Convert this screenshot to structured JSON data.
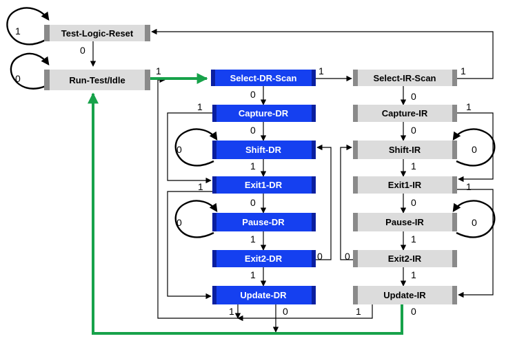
{
  "colors": {
    "dr_fill": "#1540f0",
    "dr_text": "#ffffff",
    "ir_fill": "#dcdcdc",
    "ir_text": "#000000",
    "edge": "#000000",
    "highlight": "#17a24a"
  },
  "states": {
    "tlr": "Test-Logic-Reset",
    "rti": "Run-Test/Idle",
    "sdr": "Select-DR-Scan",
    "cdr": "Capture-DR",
    "shdr": "Shift-DR",
    "e1dr": "Exit1-DR",
    "pdr": "Pause-DR",
    "e2dr": "Exit2-DR",
    "udr": "Update-DR",
    "sir": "Select-IR-Scan",
    "cir": "Capture-IR",
    "shir": "Shift-IR",
    "e1ir": "Exit1-IR",
    "pir": "Pause-IR",
    "e2ir": "Exit2-IR",
    "uir": "Update-IR"
  },
  "edge_labels": {
    "tlr_self": "1",
    "tlr_to_rti": "0",
    "rti_self": "0",
    "rti_to_sdr": "1",
    "sdr_to_sir": "1",
    "sdr_to_cdr": "0",
    "sir_to_tlr": "1",
    "sir_to_cir": "0",
    "cdr_to_e1dr": "1",
    "cdr_to_shdr": "0",
    "shdr_self": "0",
    "shdr_to_e1dr": "1",
    "e1dr_to_udr": "1",
    "e1dr_to_pdr": "0",
    "pdr_self": "0",
    "pdr_to_e2dr": "1",
    "e2dr_to_shdr": "0",
    "e2dr_to_udr": "1",
    "udr_to_rti": "0",
    "udr_to_sdr": "1",
    "cir_to_e1ir": "1",
    "cir_to_shir": "0",
    "shir_self": "0",
    "shir_to_e1ir": "1",
    "e1ir_to_uir": "1",
    "e1ir_to_pir": "0",
    "pir_self": "0",
    "pir_to_e2ir": "1",
    "e2ir_to_shir": "0",
    "e2ir_to_uir": "1",
    "uir_to_sdr": "1",
    "uir_to_rti": "0"
  }
}
